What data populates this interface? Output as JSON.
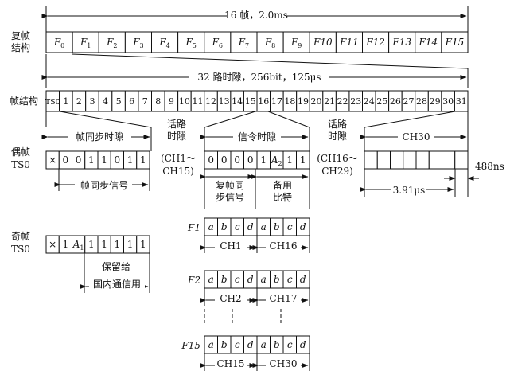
{
  "multiframe": {
    "span_label": "16 帧，2.0ms",
    "row_label": [
      "复帧",
      "结构"
    ],
    "frames": [
      "F0",
      "F1",
      "F2",
      "F3",
      "F4",
      "F5",
      "F6",
      "F7",
      "F8",
      "F9",
      "F10",
      "F11",
      "F12",
      "F13",
      "F14",
      "F15"
    ]
  },
  "frame": {
    "span_label": "32 路时隙，256bit，125μs",
    "row_label": "帧结构",
    "slots": [
      "TS0",
      "1",
      "2",
      "3",
      "4",
      "5",
      "6",
      "7",
      "8",
      "9",
      "10",
      "11",
      "12",
      "13",
      "14",
      "15",
      "16",
      "17",
      "18",
      "19",
      "20",
      "21",
      "22",
      "23",
      "24",
      "25",
      "26",
      "27",
      "28",
      "29",
      "30",
      "31"
    ]
  },
  "even_ts0": {
    "row_label": [
      "偶帧",
      "TS0"
    ],
    "header": "帧同步时隙",
    "bits": [
      "×",
      "0",
      "0",
      "1",
      "1",
      "0",
      "1",
      "1"
    ],
    "caption": "帧同步信号"
  },
  "speech_left": {
    "label": [
      "话路",
      "时隙"
    ],
    "channels": [
      "(CH1～",
      "CH15)"
    ]
  },
  "signalling": {
    "header": "信令时隙",
    "bits": [
      "0",
      "0",
      "0",
      "0",
      "1",
      "A2",
      "1",
      "1"
    ],
    "caption_left": [
      "复帧同",
      "步信号"
    ],
    "caption_right": [
      "备用",
      "比特"
    ]
  },
  "speech_right": {
    "label": [
      "话路",
      "时隙"
    ],
    "channels": [
      "(CH16～",
      "CH29)"
    ]
  },
  "ch30": {
    "header": "CH30",
    "bit_time": "3.91μs",
    "bit_width": "488ns"
  },
  "odd_ts0": {
    "row_label": [
      "奇帧",
      "TS0"
    ],
    "bits": [
      "×",
      "1",
      "A1",
      "1",
      "1",
      "1",
      "1",
      "1"
    ],
    "caption": [
      "保留给",
      "国内通信用"
    ]
  },
  "ts16_frames": [
    {
      "name": "F1",
      "bits": [
        "a",
        "b",
        "c",
        "d",
        "a",
        "b",
        "c",
        "d"
      ],
      "channels": [
        "CH1",
        "CH16"
      ]
    },
    {
      "name": "F2",
      "bits": [
        "a",
        "b",
        "c",
        "d",
        "a",
        "b",
        "c",
        "d"
      ],
      "channels": [
        "CH2",
        "CH17"
      ]
    },
    {
      "name": "F15",
      "bits": [
        "a",
        "b",
        "c",
        "d",
        "a",
        "b",
        "c",
        "d"
      ],
      "channels": [
        "CH15",
        "CH30"
      ]
    }
  ]
}
